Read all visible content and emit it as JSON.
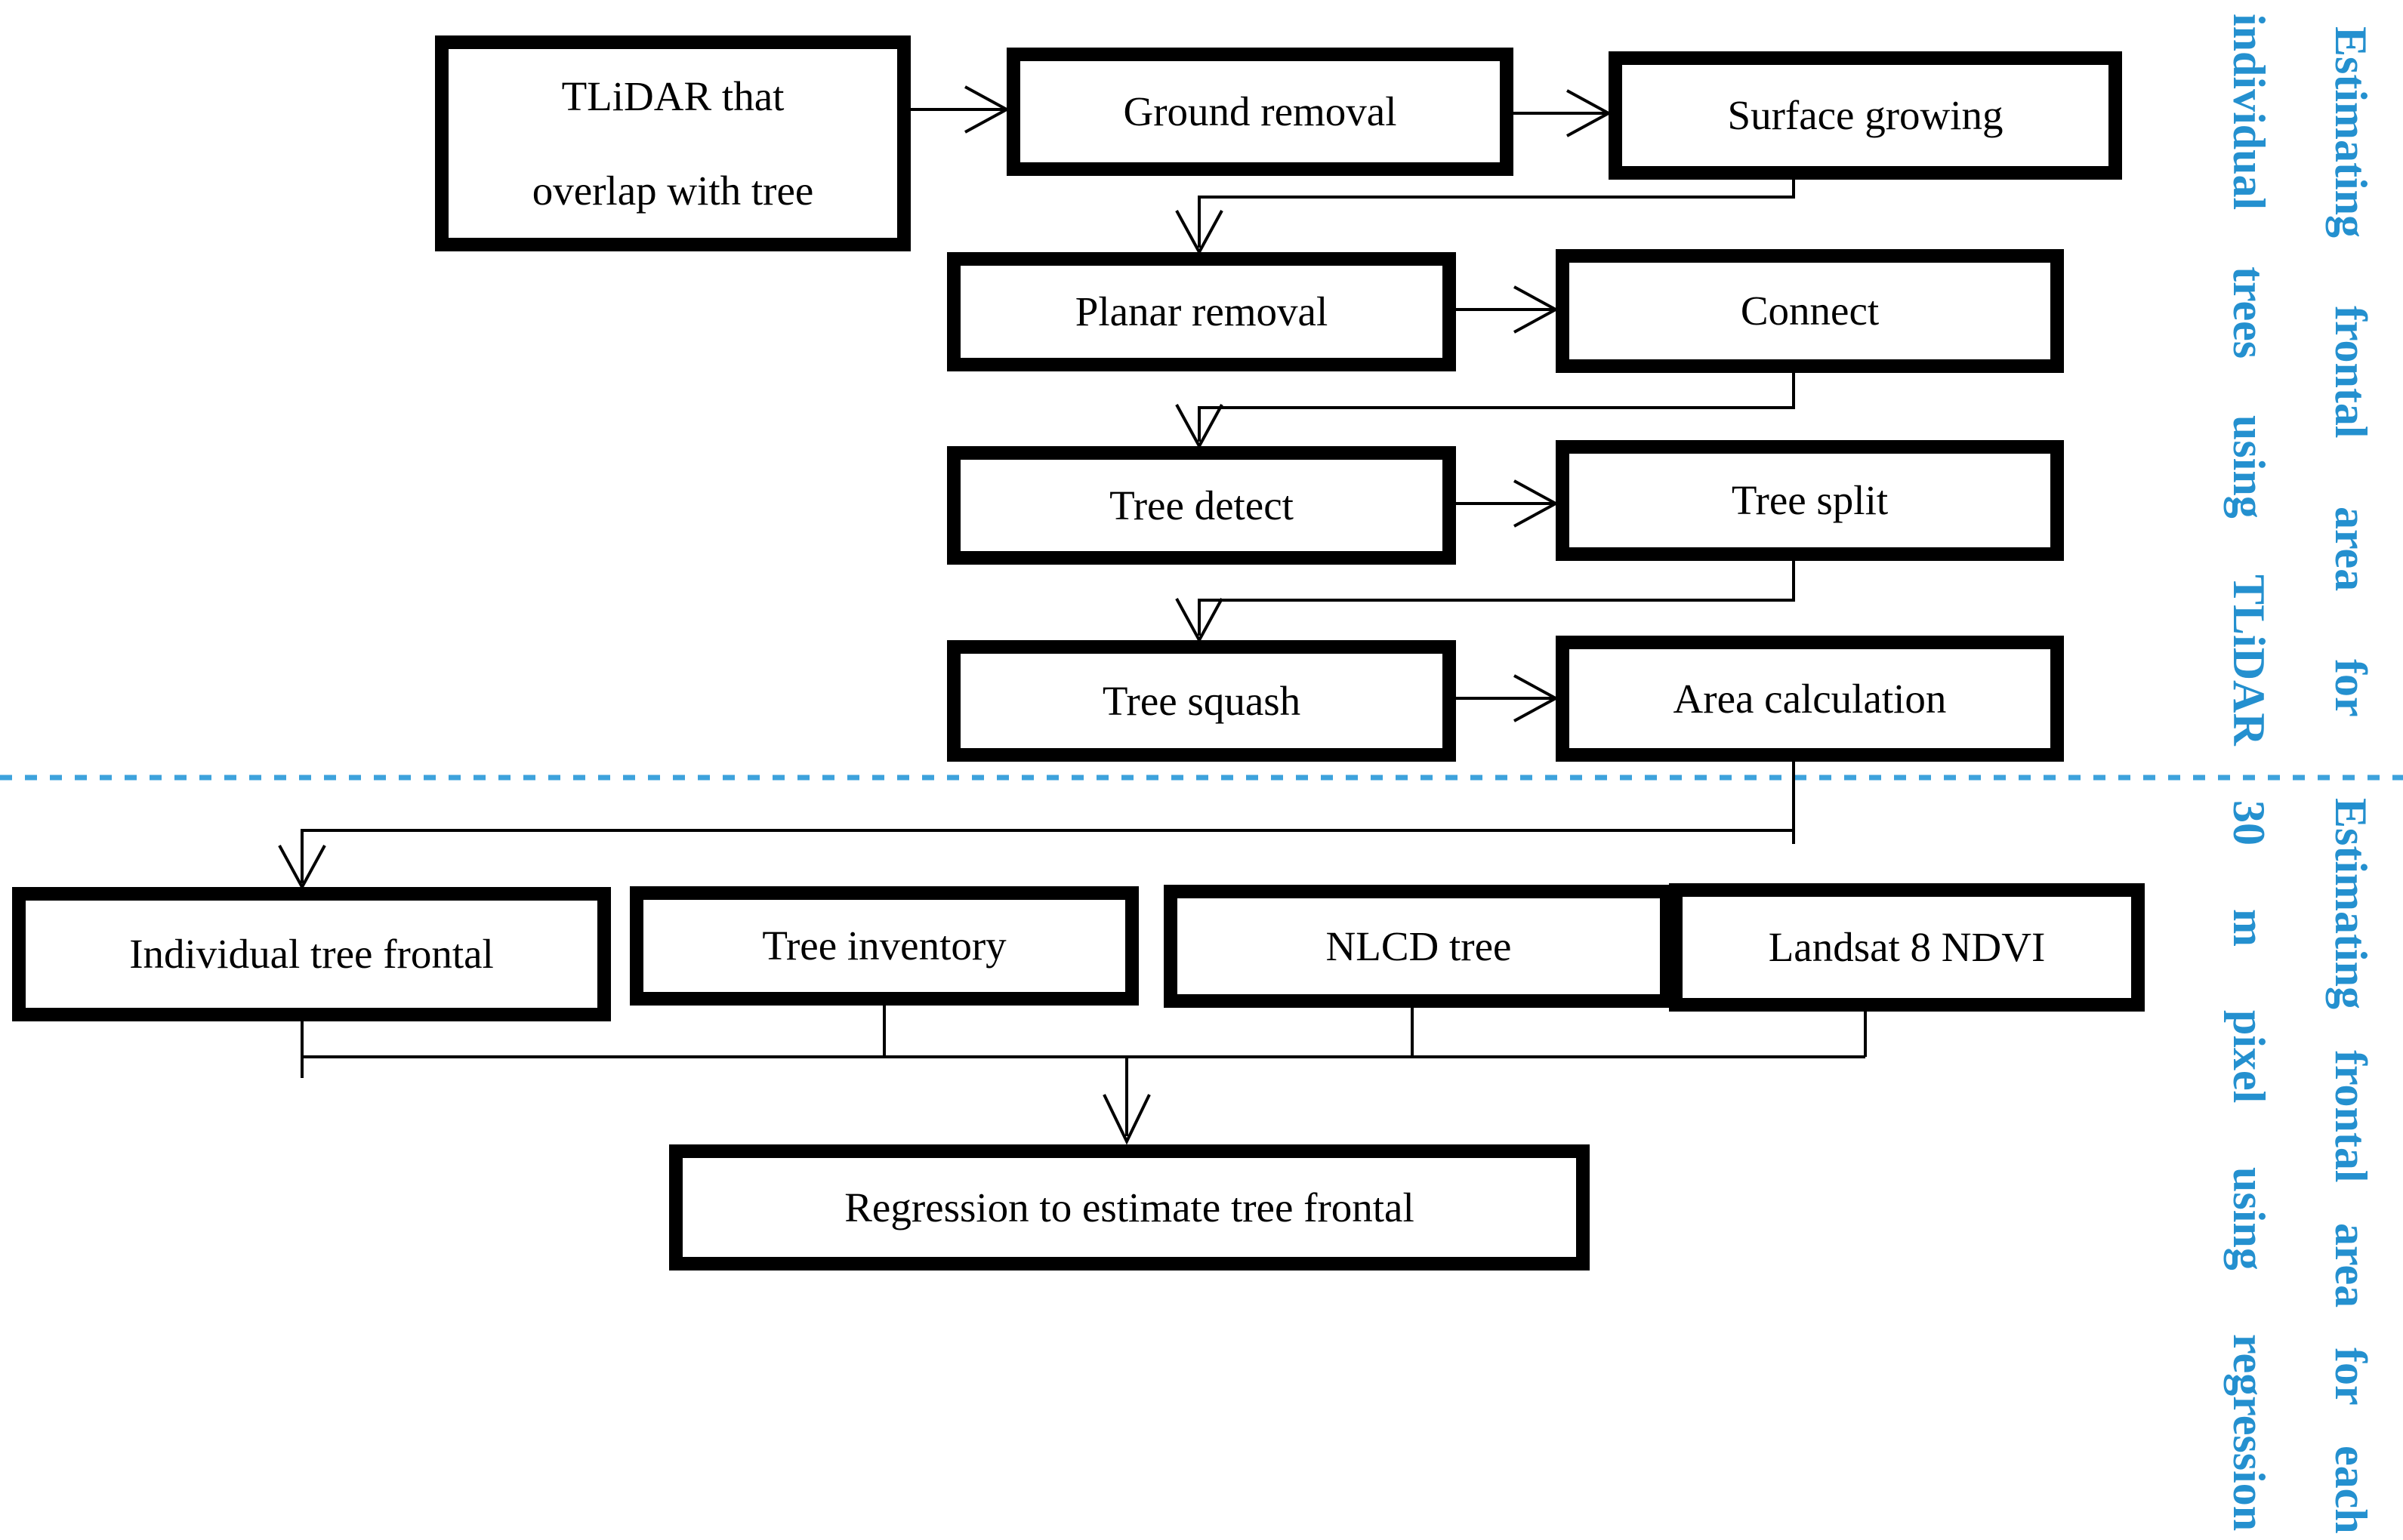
{
  "figure": {
    "boxes": {
      "tlidar": {
        "line1": "TLiDAR that",
        "line2": "overlap with tree"
      },
      "ground": "Ground removal",
      "surface": "Surface growing",
      "planar": "Planar removal",
      "connect": "Connect",
      "tree_detect": "Tree detect",
      "tree_split": "Tree split",
      "tree_squash": "Tree squash",
      "area_calc": "Area calculation",
      "individual_frontal": "Individual tree frontal",
      "tree_inventory": "Tree inventory",
      "nlcd_tree": "NLCD tree",
      "landsat_ndvi": "Landsat 8 NDVI",
      "regression": "Regression to estimate tree frontal"
    },
    "side_labels": {
      "top_outer": "Estimating frontal area for",
      "top_inner": "individual trees using TLiDAR",
      "bottom_outer": "Estimating frontal area for each",
      "bottom_inner": "30 m pixel using regression"
    },
    "colors": {
      "accent_blue": "#2490CF",
      "divider_blue": "#3DA2DC",
      "line_black": "#000000",
      "background": "#FFFFFF"
    }
  }
}
